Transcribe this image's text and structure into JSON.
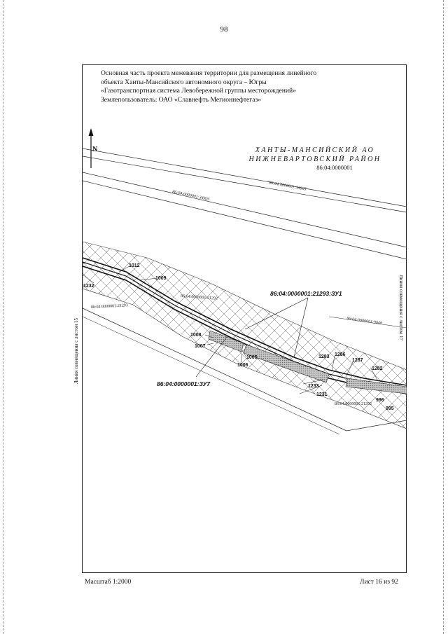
{
  "page_number": "98",
  "header": {
    "lines": [
      "Основная часть проекта межевания территории для размещения линейного",
      "объекта Ханты-Мансийского автономного округа – Югры",
      "«Газотранспортная система Левобережной группы месторождений»",
      "Землепользователь: ОАО «Славнефть Мегионнефтегаз»"
    ]
  },
  "map": {
    "north_arrow": "N",
    "region": {
      "line1": "ХАНТЫ-МАНСИЙСКИЙ АО",
      "line2": "НИЖНЕВАРТОВСКИЙ РАЙОН",
      "code": "86:04:0000001"
    },
    "parcel_labels": {
      "road_upper": "86:04:0000001:34905",
      "road_lower": "86:04:0000001:34905",
      "corridor_center": "86:04:0000001:21292",
      "corridor_left": "86:04:0000001:21293",
      "corridor_bottom": "86:04:0000001:21292",
      "corridor_right": "86:04:0000001:9048"
    },
    "zones": {
      "zu1": "86:04:0000001:21293:ЗУ1",
      "zu7": "86:04:0000001:ЗУ7"
    },
    "points": [
      {
        "id": "1012"
      },
      {
        "id": "1009"
      },
      {
        "id": "1232"
      },
      {
        "id": "1008"
      },
      {
        "id": "1007"
      },
      {
        "id": "1005"
      },
      {
        "id": "1006"
      },
      {
        "id": "1283"
      },
      {
        "id": "1286"
      },
      {
        "id": "1287"
      },
      {
        "id": "1282"
      },
      {
        "id": "1233"
      },
      {
        "id": "1231"
      },
      {
        "id": "996"
      },
      {
        "id": "995"
      }
    ],
    "side_left": "Линия совмещения с листом 15",
    "side_right": "Линия совмещения с листом 17"
  },
  "footer": {
    "scale": "Масштаб 1:2000",
    "sheet": "Лист 16 из 92"
  },
  "colors": {
    "ink": "#111111",
    "hatch": "#555555",
    "zone_fill": "#9a9a9a",
    "scan_edge": "#9a9a9a"
  }
}
